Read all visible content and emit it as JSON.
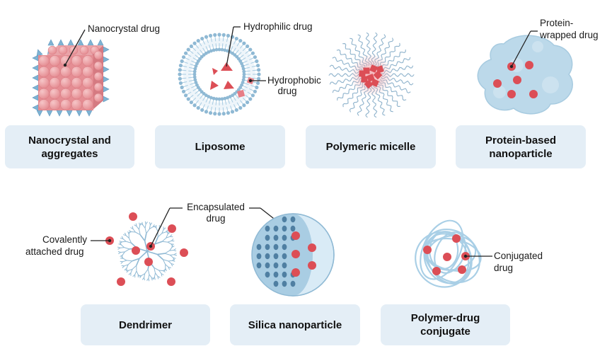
{
  "cards": {
    "nanocrystal": "Nanocrystal and\naggregates",
    "liposome": "Liposome",
    "micelle": "Polymeric micelle",
    "protein": "Protein-based\nnanoparticle",
    "dendrimer": "Dendrimer",
    "silica": "Silica nanoparticle",
    "polymer_drug": "Polymer-drug\nconjugate"
  },
  "callouts": {
    "nanocrystal_drug": "Nanocrystal drug",
    "hydrophilic_drug": "Hydrophilic drug",
    "hydrophobic_drug_1": "Hydrophobic",
    "hydrophobic_drug_2": "drug",
    "protein_wrapped_1": "Protein-",
    "protein_wrapped_2": "wrapped drug",
    "encapsulated_1": "Encapsulated",
    "encapsulated_2": "drug",
    "covalent_1": "Covalently",
    "covalent_2": "attached drug",
    "conjugated_1": "Conjugated",
    "conjugated_2": "drug"
  },
  "colors": {
    "card_bg": "#e4eef6",
    "drug_red": "#dc4e56",
    "drug_pink": "#ee9da2",
    "structure_blue": "#8fb9d4",
    "light_blue": "#c6dceb"
  }
}
